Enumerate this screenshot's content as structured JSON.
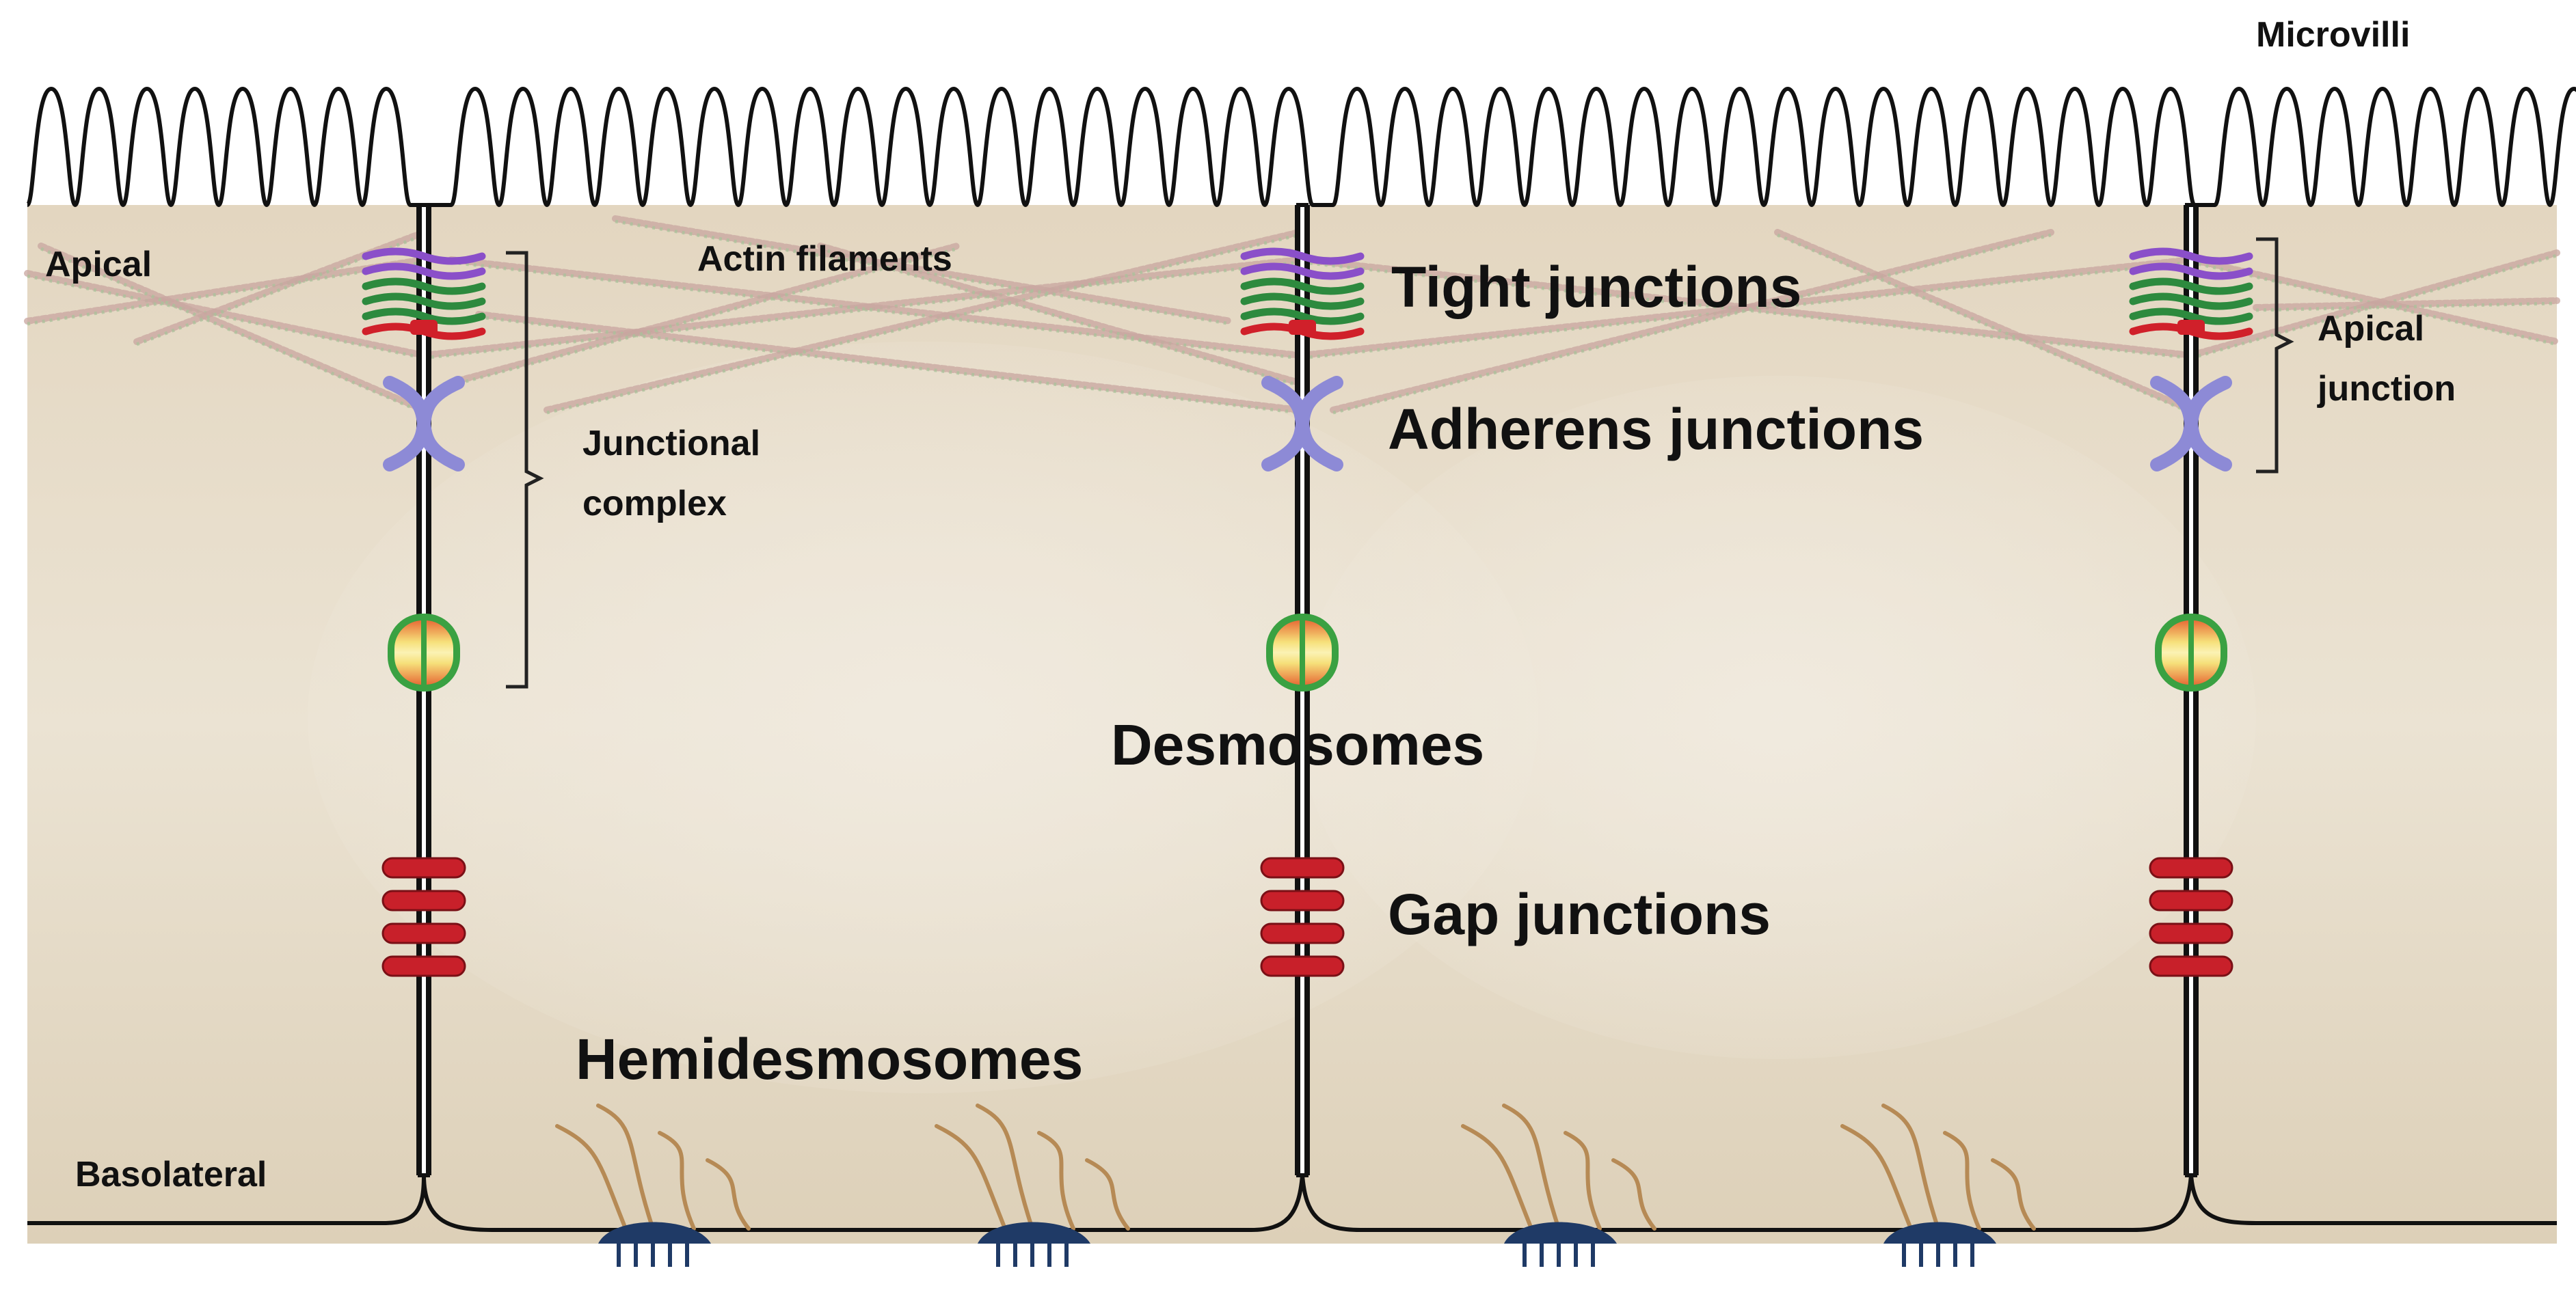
{
  "labels": {
    "microvilli": "Microvilli",
    "apical": "Apical",
    "actin_filaments": "Actin filaments",
    "tight_junctions": "Tight junctions",
    "adherens_junctions": "Adherens  junctions",
    "junctional_complex_line1": "Junctional",
    "junctional_complex_line2": "complex",
    "apical_junction_line1": "Apical",
    "apical_junction_line2": "junction",
    "desmosomes": "Desmosomes",
    "gap_junctions": "Gap junctions",
    "hemidesmosomes": "Hemidesmosomes",
    "basolateral": "Basolateral"
  },
  "colors": {
    "cytoplasm": "#e6dcc8",
    "membrane": "#111111",
    "tight_junction_purple": "#8a4fc9",
    "tight_junction_green": "#2d8a3e",
    "tight_junction_red": "#d0202a",
    "adherens_lavender": "#8d8ad6",
    "desmosome_green": "#3aa142",
    "desmosome_core": "#f2d24a",
    "gap_junction_red": "#c8202a",
    "hemidesmosome_navy": "#1f3a66",
    "keratin_brown": "#b68a55"
  }
}
